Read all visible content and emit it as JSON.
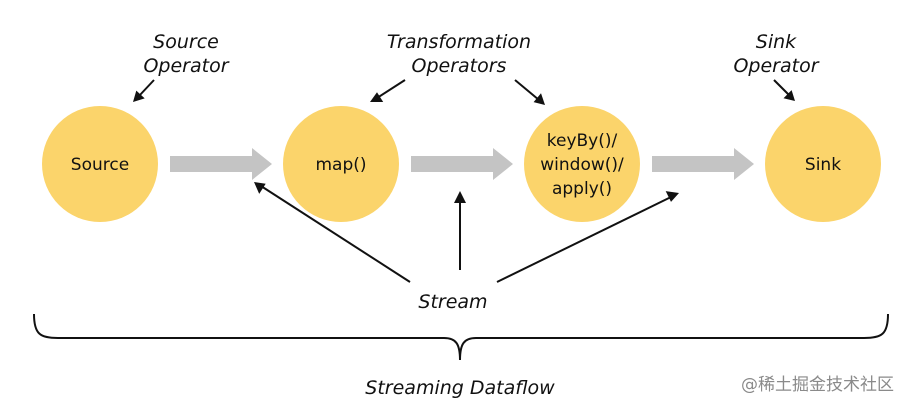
{
  "diagram": {
    "nodes": [
      {
        "id": "source",
        "lines": [
          "Source"
        ]
      },
      {
        "id": "map",
        "lines": [
          "map()"
        ]
      },
      {
        "id": "window",
        "lines": [
          "keyBy()/",
          "window()/",
          "apply()"
        ]
      },
      {
        "id": "sink",
        "lines": [
          "Sink"
        ]
      }
    ],
    "captions": {
      "source_operator": [
        "Source",
        "Operator"
      ],
      "transformation_operators": [
        "Transformation",
        "Operators"
      ],
      "sink_operator": [
        "Sink",
        "Operator"
      ],
      "stream": "Stream",
      "dataflow": "Streaming Dataflow"
    },
    "watermark": "@稀土掘金技术社区",
    "colors": {
      "node_fill": "#fbd46b",
      "flow_arrow": "#c4c4c4",
      "line": "#111111",
      "watermark": "#8a8a8a"
    }
  }
}
